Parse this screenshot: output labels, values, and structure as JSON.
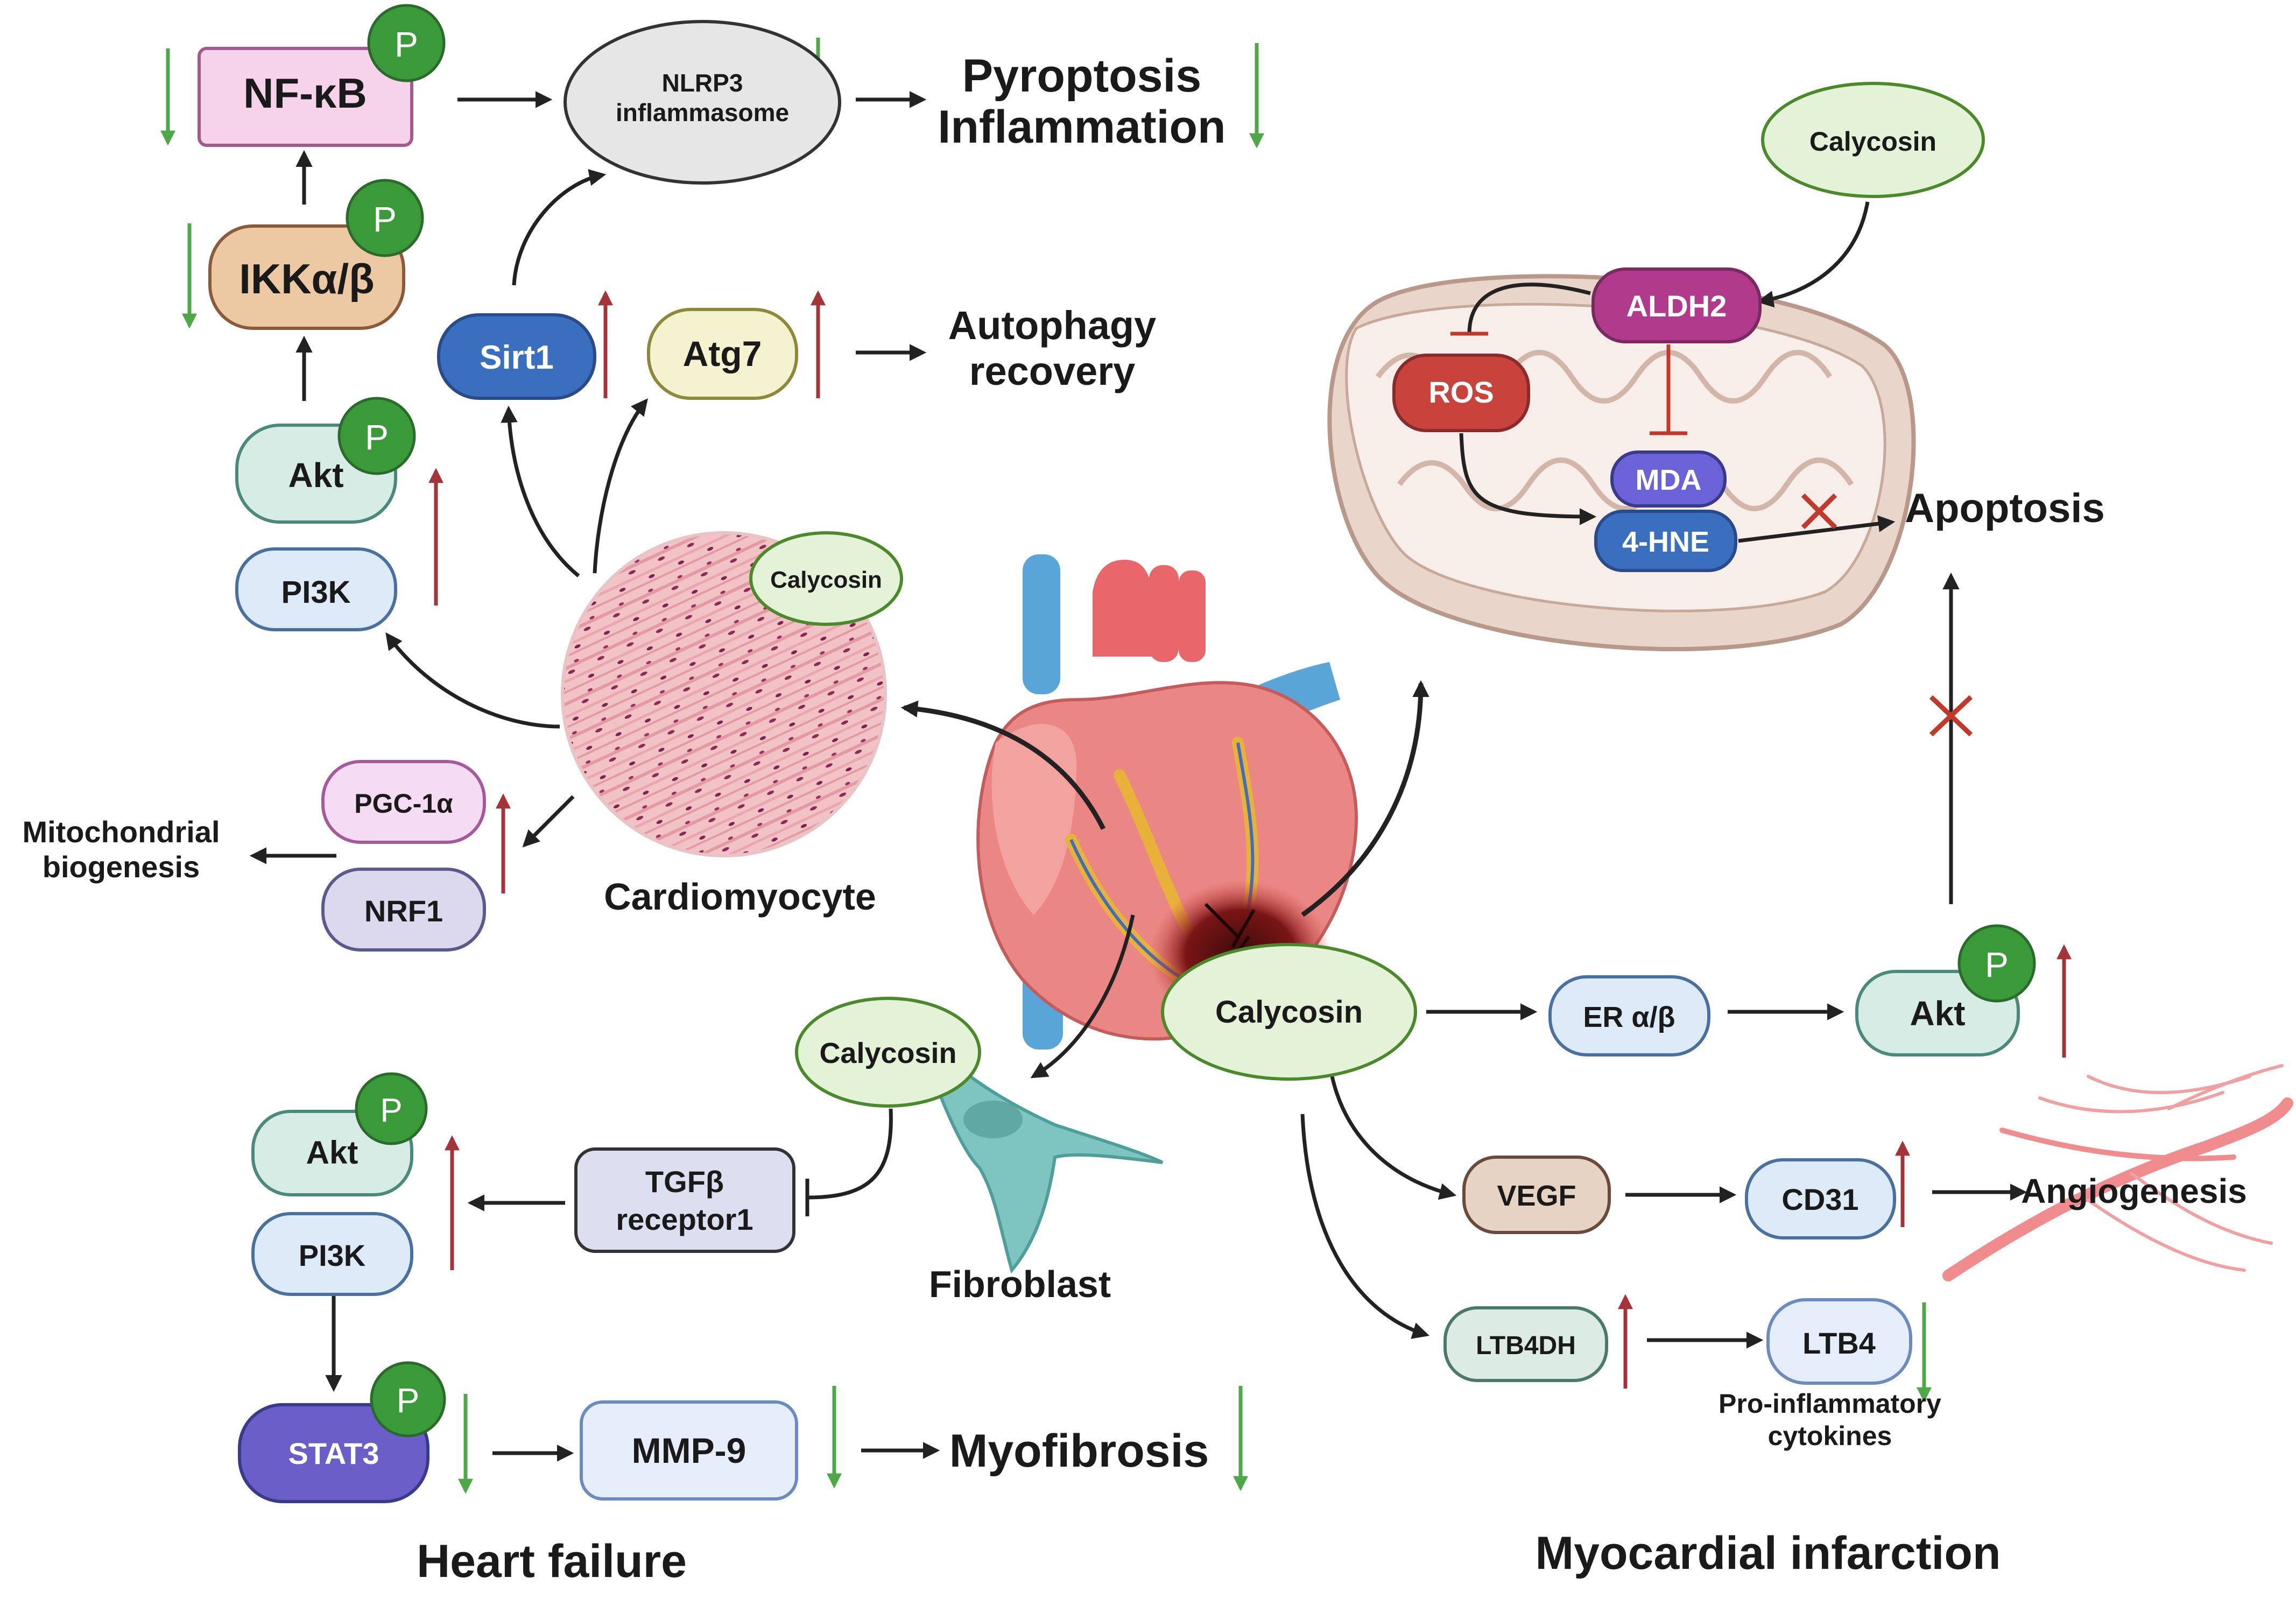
{
  "nodes": {
    "nfkb": "NF-κB",
    "ikk": "IKKα/β",
    "akt_top": "Akt",
    "pi3k_top": "PI3K",
    "nlrp3_line1": "NLRP3",
    "nlrp3_line2": "inflammasome",
    "sirt1": "Sirt1",
    "atg7": "Atg7",
    "pgc1a": "PGC-1α",
    "nrf1": "NRF1",
    "calycosin_cardio": "Calycosin",
    "calycosin_mito": "Calycosin",
    "aldh2": "ALDH2",
    "ros": "ROS",
    "mda": "MDA",
    "hne": "4-HNE",
    "calycosin_fibro": "Calycosin",
    "tgfb_line1": "TGFβ",
    "tgfb_line2": "receptor1",
    "akt_hf": "Akt",
    "pi3k_hf": "PI3K",
    "stat3": "STAT3",
    "mmp9": "MMP-9",
    "calycosin_mi": "Calycosin",
    "er": "ER α/β",
    "akt_mi": "Akt",
    "vegf": "VEGF",
    "cd31": "CD31",
    "ltb4dh": "LTB4DH",
    "ltb4": "LTB4"
  },
  "phospho_label": "P",
  "outcomes": {
    "pyroptosis_line1": "Pyroptosis",
    "pyroptosis_line2": "Inflammation",
    "autophagy_line1": "Autophagy",
    "autophagy_line2": "recovery",
    "mito_bio_line1": "Mitochondrial",
    "mito_bio_line2": "biogenesis",
    "apoptosis": "Apoptosis",
    "myofibrosis": "Myofibrosis",
    "angiogenesis": "Angiogenesis",
    "proinflam_line1": "Pro-inflammatory",
    "proinflam_line2": "cytokines"
  },
  "cells": {
    "cardiomyocyte": "Cardiomyocyte",
    "fibroblast": "Fibroblast"
  },
  "sections": {
    "heart_failure": "Heart failure",
    "myocardial_infarction": "Myocardial infarction"
  },
  "icons": [
    "heart-icon",
    "cardiomyocyte-tissue-icon",
    "fibroblast-cell-icon",
    "mitochondrion-icon",
    "blood-vessel-icon",
    "up-arrow-icon",
    "down-arrow-icon",
    "inhibit-x-icon"
  ],
  "colors": {
    "up_arrow": "#a4343a",
    "down_arrow": "#4ea84a",
    "phospho_green": "#3a9a3a",
    "calycosin_fill": "#e4f3d8",
    "calycosin_stroke": "#4a8a2a"
  }
}
